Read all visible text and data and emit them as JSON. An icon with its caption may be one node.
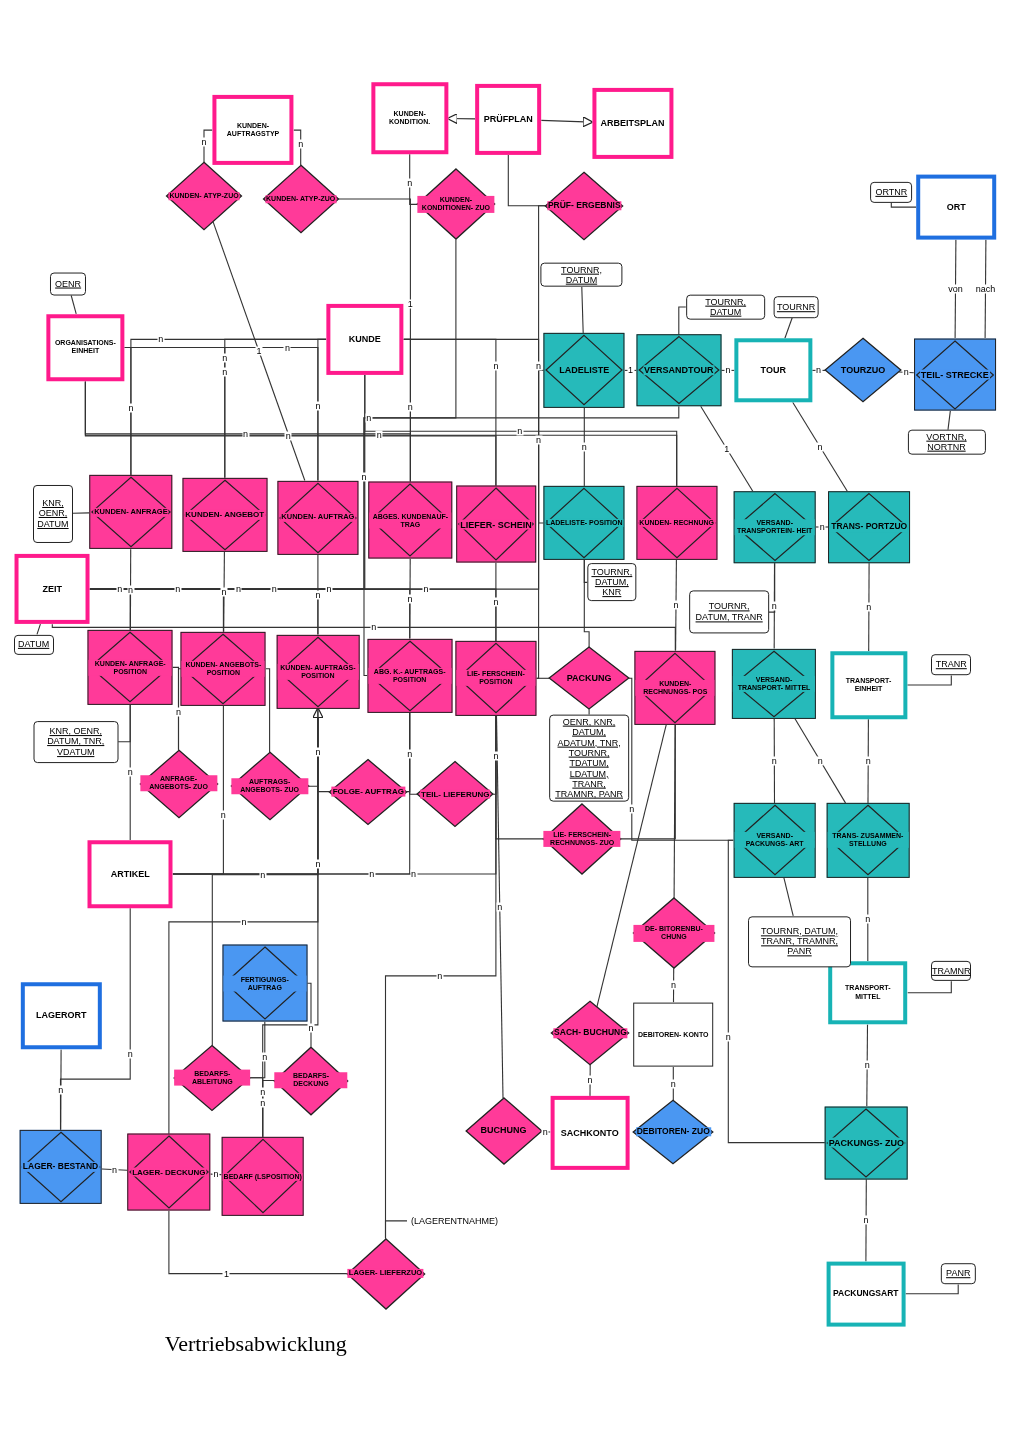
{
  "diagram": {
    "caption": "Vertriebsabwicklung",
    "nodes": [
      {
        "text": [
          "ORT"
        ]
      },
      {
        "text": [
          "ORTNR"
        ]
      },
      {
        "text": [
          "TEIL- STRECKE"
        ]
      },
      {
        "text": [
          "VORTNR, NORTNR"
        ]
      },
      {
        "text": [
          "TOURZUO"
        ]
      },
      {
        "text": [
          "TOUR"
        ]
      },
      {
        "text": [
          "TOURNR"
        ]
      },
      {
        "text": [
          "TRANS- PORTZUO"
        ]
      },
      {
        "text": [
          "TRANSPORT- EINHEIT"
        ]
      },
      {
        "text": [
          "TRANR"
        ]
      },
      {
        "text": [
          "TRANS- ZUSAMMEN- STELLUNG"
        ]
      },
      {
        "text": [
          "TRANSPORT- MITTEL"
        ]
      },
      {
        "text": [
          "TRAMNR"
        ]
      },
      {
        "text": [
          "PACKUNGS- ZUO"
        ]
      },
      {
        "text": [
          "PACKUNGSART"
        ]
      },
      {
        "text": [
          "PANR"
        ]
      },
      {
        "text": [
          "VERSANDTOUR"
        ]
      },
      {
        "text": [
          "TOURNR, DATUM"
        ]
      },
      {
        "text": [
          "VERSAND- TRANSPORTEIN- HEIT"
        ]
      },
      {
        "text": [
          "TOURNR, DATUM, TRANR"
        ]
      },
      {
        "text": [
          "VERSAND- TRANSPORT- MITTEL"
        ]
      },
      {
        "text": [
          "VERSAND- PACKUNGS- ART"
        ]
      },
      {
        "text": [
          "TOURNR, DATUM, TRANR, TRAMNR, PANR"
        ]
      },
      {
        "text": [
          "ARBEITSPLAN"
        ]
      },
      {
        "text": [
          "PRÜFPLAN"
        ]
      },
      {
        "text": [
          "KUNDEN- KONDITION."
        ]
      },
      {
        "text": [
          "PRÜF- ERGEBNIS"
        ]
      },
      {
        "text": [
          "KUNDEN- KONDITIONEN- ZUO"
        ]
      },
      {
        "text": [
          "LADELISTE"
        ]
      },
      {
        "text": [
          "TOURNR, DATUM"
        ]
      },
      {
        "text": [
          "LADELISTE- POSITION"
        ]
      },
      {
        "text": [
          "TOURNR, DATUM, KNR"
        ]
      },
      {
        "text": [
          "KUNDEN- RECHNUNG"
        ]
      },
      {
        "text": [
          "KUNDEN- RECHNUNGS- POS"
        ]
      },
      {
        "text": [
          "DE- BITORENBU- CHUNG"
        ]
      },
      {
        "text": [
          "DEBITOREN- KONTO"
        ]
      },
      {
        "text": [
          "DEBITOREN- ZUO"
        ]
      },
      {
        "text": [
          "PACKUNG"
        ]
      },
      {
        "text": [
          "OENR, KNR, DATUM, ADATUM, TNR, TOURNR, TDATUM, LDATUM, TRANR, TRAMNR, PANR"
        ]
      },
      {
        "text": [
          "LIE- FERSCHEIN- RECHNUNGS- ZUO"
        ]
      },
      {
        "text": [
          "SACH- BUCHUNG"
        ]
      },
      {
        "text": [
          "SACHKONTO"
        ]
      },
      {
        "text": [
          "LIEFER- SCHEIN"
        ]
      },
      {
        "text": [
          "LIE- FERSCHEIN- POSITION"
        ]
      },
      {
        "text": [
          "BUCHUNG"
        ]
      },
      {
        "text": [
          "ABGES. KUNDENAUF- TRAG"
        ]
      },
      {
        "text": [
          "ABG. K.- AUFTRAGS- POSITION"
        ]
      },
      {
        "text": [
          "TEIL- LIEFERUNG"
        ]
      },
      {
        "text": [
          "(LAGERENTNAHME)"
        ]
      },
      {
        "text": [
          "LAGER- LIEFERZUO"
        ]
      },
      {
        "text": [
          "KUNDE"
        ]
      },
      {
        "text": [
          "KUNDEN- AUFTRAG"
        ]
      },
      {
        "text": [
          "KUNDEN- AUFTRAGS- POSITION"
        ]
      },
      {
        "text": [
          "FOLGE- AUFTRAG"
        ]
      },
      {
        "text": [
          "KUNDEN- AUFTRAGSTYP"
        ]
      },
      {
        "text": [
          "KUNDEN- ATYP-ZUO"
        ]
      },
      {
        "text": [
          "KUNDEN- ATYP-ZUO"
        ]
      },
      {
        "text": [
          "AUFTRAGS- ANGEBOTS- ZUO"
        ]
      },
      {
        "text": [
          "KUNDEN- ANGEBOT"
        ]
      },
      {
        "text": [
          "KUNDEN- ANGEBOTS- POSITION"
        ]
      },
      {
        "text": [
          "ANFRAGE- ANGEBOTS- ZUO"
        ]
      },
      {
        "text": [
          "FERTIGUNGS- AUFTRAG"
        ]
      },
      {
        "text": [
          "BEDARFS- DECKUNG"
        ]
      },
      {
        "text": [
          "BEDARFS- ABLEITUNG"
        ]
      },
      {
        "text": [
          "BEDARF (LSPOSITION)"
        ]
      },
      {
        "text": [
          "ORGANISATIONS- EINHEIT"
        ]
      },
      {
        "text": [
          "OENR"
        ]
      },
      {
        "text": [
          "KUNDEN- ANFRAGE"
        ]
      },
      {
        "text": [
          "KNR, OENR, DATUM"
        ]
      },
      {
        "text": [
          "KUNDEN- ANFRAGE- POSITION"
        ]
      },
      {
        "text": [
          "KNR, OENR, DATUM, TNR, VDATUM"
        ]
      },
      {
        "text": [
          "ARTIKEL"
        ]
      },
      {
        "text": [
          "LAGER- DECKUNG"
        ]
      },
      {
        "text": [
          "ZEIT"
        ]
      },
      {
        "text": [
          "DATUM"
        ]
      },
      {
        "text": [
          "LAGERORT"
        ]
      },
      {
        "text": [
          "LAGER- BESTAND"
        ]
      }
    ],
    "edges": [
      {
        "from": 0,
        "to": 2,
        "arrow": "none",
        "label": "von"
      },
      {
        "from": 0,
        "to": 2,
        "arrow": "none",
        "label": "nach"
      },
      {
        "from": 1,
        "to": 0,
        "arrow": "none"
      },
      {
        "from": 3,
        "to": 2,
        "arrow": "none"
      },
      {
        "from": 2,
        "to": 4,
        "arrow": "none",
        "label": "n"
      },
      {
        "from": 4,
        "to": 5,
        "arrow": "none",
        "label": "n"
      },
      {
        "from": 6,
        "to": 5,
        "arrow": "none"
      },
      {
        "from": 5,
        "to": 7,
        "arrow": "none",
        "label": "n"
      },
      {
        "from": 7,
        "to": 8,
        "arrow": "none",
        "label": "n"
      },
      {
        "from": 9,
        "to": 8,
        "arrow": "none"
      },
      {
        "from": 7,
        "to": 18,
        "arrow": "none",
        "label": "n"
      },
      {
        "from": 8,
        "to": 10,
        "arrow": "none",
        "label": "n"
      },
      {
        "from": 10,
        "to": 11,
        "arrow": "none",
        "label": "n"
      },
      {
        "from": 12,
        "to": 11,
        "arrow": "none"
      },
      {
        "from": 10,
        "to": 20,
        "arrow": "none",
        "label": "n"
      },
      {
        "from": 11,
        "to": 13,
        "arrow": "none",
        "label": "n"
      },
      {
        "from": 13,
        "to": 14,
        "arrow": "none",
        "label": "n"
      },
      {
        "from": 15,
        "to": 14,
        "arrow": "none"
      },
      {
        "from": 13,
        "to": 21,
        "arrow": "none",
        "label": "n"
      },
      {
        "from": 18,
        "to": 20,
        "arrow": "none",
        "label": "n"
      },
      {
        "from": 20,
        "to": 21,
        "arrow": "none",
        "label": "n"
      },
      {
        "from": 19,
        "to": 18,
        "arrow": "none"
      },
      {
        "from": 22,
        "to": 21,
        "arrow": "none"
      },
      {
        "from": 5,
        "to": 16,
        "arrow": "none",
        "label": "n"
      },
      {
        "from": 17,
        "to": 16,
        "arrow": "none"
      },
      {
        "from": 16,
        "to": 18,
        "arrow": "none",
        "label": "1"
      },
      {
        "from": 16,
        "to": 28,
        "arrow": "none",
        "label": "1"
      },
      {
        "from": 73,
        "to": 16,
        "arrow": "none",
        "label": "n"
      },
      {
        "from": 73,
        "to": 28,
        "arrow": "none",
        "label": "n"
      },
      {
        "from": 50,
        "to": 73,
        "arrow": "none"
      },
      {
        "from": 29,
        "to": 28,
        "arrow": "none"
      },
      {
        "from": 28,
        "to": 30,
        "arrow": "none",
        "label": "n"
      },
      {
        "from": 31,
        "to": 30,
        "arrow": "none"
      },
      {
        "from": 30,
        "to": 37,
        "arrow": "none"
      },
      {
        "from": 37,
        "to": 43,
        "arrow": "none"
      },
      {
        "from": 21,
        "to": 37,
        "arrow": "none",
        "label": "n"
      },
      {
        "from": 38,
        "to": 37,
        "arrow": "none"
      },
      {
        "from": 32,
        "to": 33,
        "arrow": "none",
        "label": "n"
      },
      {
        "from": 33,
        "to": 34,
        "arrow": "none"
      },
      {
        "from": 34,
        "to": 35,
        "arrow": "none",
        "label": "n"
      },
      {
        "from": 35,
        "to": 36,
        "arrow": "none",
        "label": "n"
      },
      {
        "from": 33,
        "to": 39,
        "arrow": "none"
      },
      {
        "from": 39,
        "to": 43,
        "arrow": "none"
      },
      {
        "from": 33,
        "to": 40,
        "arrow": "none"
      },
      {
        "from": 40,
        "to": 41,
        "arrow": "none",
        "label": "n"
      },
      {
        "from": 41,
        "to": 44,
        "arrow": "none",
        "label": "n"
      },
      {
        "from": 44,
        "to": 43,
        "arrow": "none",
        "label": "n"
      },
      {
        "from": 42,
        "to": 43,
        "arrow": "none",
        "label": "n"
      },
      {
        "from": 43,
        "to": 47,
        "arrow": "none",
        "label": "n"
      },
      {
        "from": 47,
        "to": 46,
        "arrow": "none"
      },
      {
        "from": 45,
        "to": 46,
        "arrow": "none",
        "label": "n"
      },
      {
        "from": 46,
        "to": 53,
        "arrow": "none",
        "label": "n"
      },
      {
        "from": 53,
        "to": 52,
        "arrow": "none"
      },
      {
        "from": 51,
        "to": 52,
        "arrow": "none",
        "label": "n"
      },
      {
        "from": 52,
        "to": 57,
        "arrow": "none",
        "label": "n"
      },
      {
        "from": 57,
        "to": 59,
        "arrow": "none"
      },
      {
        "from": 58,
        "to": 59,
        "arrow": "none",
        "label": "n"
      },
      {
        "from": 59,
        "to": 60,
        "arrow": "none",
        "label": "n"
      },
      {
        "from": 60,
        "to": 69,
        "arrow": "none"
      },
      {
        "from": 67,
        "to": 69,
        "arrow": "none",
        "label": "n"
      },
      {
        "from": 50,
        "to": 67,
        "arrow": "none",
        "label": "n"
      },
      {
        "from": 50,
        "to": 58,
        "arrow": "none",
        "label": "n"
      },
      {
        "from": 50,
        "to": 51,
        "arrow": "none",
        "label": "n"
      },
      {
        "from": 50,
        "to": 45,
        "arrow": "none",
        "label": "n"
      },
      {
        "from": 50,
        "to": 42,
        "arrow": "none",
        "label": "n"
      },
      {
        "from": 50,
        "to": 32,
        "arrow": "none",
        "label": "n"
      },
      {
        "from": 50,
        "to": 30,
        "arrow": "none",
        "label": "n"
      },
      {
        "from": 65,
        "to": 67,
        "arrow": "none",
        "label": "n"
      },
      {
        "from": 65,
        "to": 58,
        "arrow": "none",
        "label": "n"
      },
      {
        "from": 65,
        "to": 51,
        "arrow": "none",
        "label": "n"
      },
      {
        "from": 65,
        "to": 45,
        "arrow": "none",
        "label": "n"
      },
      {
        "from": 65,
        "to": 42,
        "arrow": "none",
        "label": "n"
      },
      {
        "from": 65,
        "to": 32,
        "arrow": "none",
        "label": "n"
      },
      {
        "from": 73,
        "to": 69,
        "arrow": "none",
        "label": "n"
      },
      {
        "from": 73,
        "to": 59,
        "arrow": "none",
        "label": "n"
      },
      {
        "from": 73,
        "to": 52,
        "arrow": "none",
        "label": "n"
      },
      {
        "from": 73,
        "to": 46,
        "arrow": "none",
        "label": "n"
      },
      {
        "from": 73,
        "to": 43,
        "arrow": "none",
        "label": "n"
      },
      {
        "from": 73,
        "to": 33,
        "arrow": "none",
        "label": "n"
      },
      {
        "from": 71,
        "to": 69,
        "arrow": "none",
        "label": "n"
      },
      {
        "from": 71,
        "to": 59,
        "arrow": "none",
        "label": "n"
      },
      {
        "from": 71,
        "to": 52,
        "arrow": "none",
        "label": "n"
      },
      {
        "from": 71,
        "to": 46,
        "arrow": "none",
        "label": "n"
      },
      {
        "from": 71,
        "to": 43,
        "arrow": "none",
        "label": "n"
      },
      {
        "from": 66,
        "to": 65,
        "arrow": "none"
      },
      {
        "from": 74,
        "to": 73,
        "arrow": "none"
      },
      {
        "from": 68,
        "to": 67,
        "arrow": "none"
      },
      {
        "from": 70,
        "to": 69,
        "arrow": "none"
      },
      {
        "from": 45,
        "to": 55,
        "arrow": "none",
        "label": "1"
      },
      {
        "from": 55,
        "to": 54,
        "arrow": "none",
        "label": "n"
      },
      {
        "from": 51,
        "to": 56,
        "arrow": "none",
        "label": "1"
      },
      {
        "from": 56,
        "to": 54,
        "arrow": "none",
        "label": "n"
      },
      {
        "from": 25,
        "to": 27,
        "arrow": "none",
        "label": "n"
      },
      {
        "from": 27,
        "to": 46,
        "arrow": "none",
        "label": "n"
      },
      {
        "from": 24,
        "to": 23,
        "arrow": "to"
      },
      {
        "from": 24,
        "to": 25,
        "arrow": "to"
      },
      {
        "from": 26,
        "to": 24,
        "arrow": "none"
      },
      {
        "from": 26,
        "to": 43,
        "arrow": "none",
        "label": "n"
      },
      {
        "from": 64,
        "to": 52,
        "arrow": "to"
      },
      {
        "from": 61,
        "to": 62,
        "arrow": "none",
        "label": "n"
      },
      {
        "from": 62,
        "to": 64,
        "arrow": "none",
        "label": "n"
      },
      {
        "from": 61,
        "to": 63,
        "arrow": "none",
        "label": "n"
      },
      {
        "from": 63,
        "to": 64,
        "arrow": "none",
        "label": "n"
      },
      {
        "from": 63,
        "to": 52,
        "arrow": "none",
        "label": "n"
      },
      {
        "from": 64,
        "to": 72,
        "arrow": "none",
        "label": "n"
      },
      {
        "from": 72,
        "to": 76,
        "arrow": "none",
        "label": "n"
      },
      {
        "from": 72,
        "to": 49,
        "arrow": "none",
        "label": "1"
      },
      {
        "from": 49,
        "to": 43,
        "arrow": "none",
        "label": "n"
      },
      {
        "from": 72,
        "to": 52,
        "arrow": "none",
        "label": "n"
      },
      {
        "from": 71,
        "to": 76,
        "arrow": "none",
        "label": "n"
      },
      {
        "from": 75,
        "to": 76,
        "arrow": "none",
        "label": "n"
      },
      {
        "from": 48,
        "to": 49,
        "arrow": "none"
      }
    ]
  }
}
